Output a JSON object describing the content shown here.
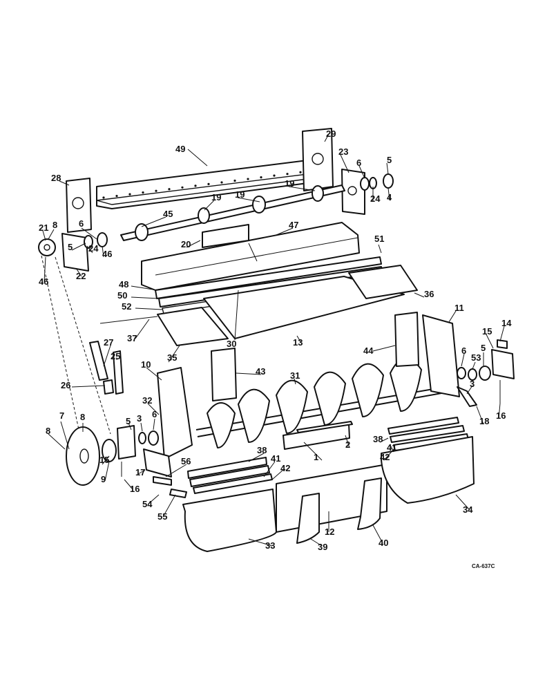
{
  "drawing_code": "CA-637C",
  "callouts": [
    "49",
    "29",
    "23",
    "28",
    "6",
    "5",
    "19",
    "19",
    "19",
    "45",
    "47",
    "20",
    "24",
    "4",
    "21",
    "8",
    "5",
    "6",
    "46",
    "24",
    "46",
    "22",
    "51",
    "48",
    "50",
    "52",
    "30",
    "36",
    "37",
    "13",
    "11",
    "15",
    "14",
    "27",
    "25",
    "35",
    "44",
    "26",
    "43",
    "10",
    "31",
    "6",
    "5",
    "53",
    "3",
    "8",
    "7",
    "32",
    "5",
    "3",
    "6",
    "8",
    "18",
    "16",
    "2",
    "38",
    "41",
    "42",
    "9",
    "15",
    "17",
    "56",
    "1",
    "38",
    "41",
    "42",
    "16",
    "34",
    "54",
    "55",
    "12",
    "33",
    "39",
    "40"
  ]
}
